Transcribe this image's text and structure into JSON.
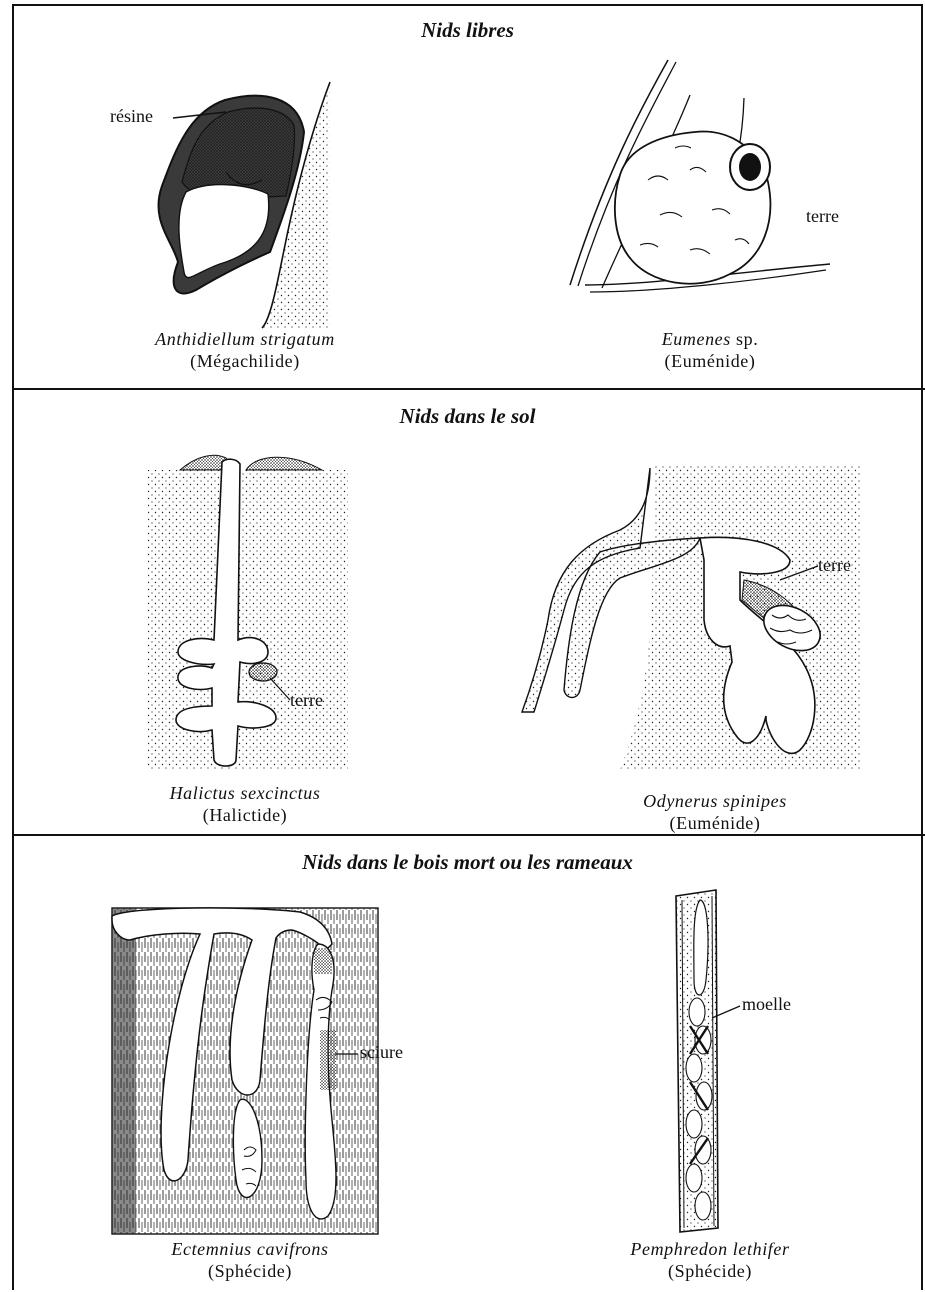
{
  "sections": [
    {
      "title": "Nids libres"
    },
    {
      "title": "Nids dans le sol"
    },
    {
      "title": "Nids dans le bois mort ou les rameaux"
    }
  ],
  "figures": {
    "anthidiellum": {
      "species": "Anthidiellum strigatum",
      "family": "(Mégachilide)",
      "label": "résine"
    },
    "eumenes": {
      "species": "Eumenes",
      "species_suffix": " sp.",
      "family": "(Euménide)",
      "label": "terre"
    },
    "halictus": {
      "species": "Halictus sexcinctus",
      "family": "(Halictide)",
      "label": "terre"
    },
    "odynerus": {
      "species": "Odynerus spinipes",
      "family": "(Euménide)",
      "label": "terre"
    },
    "ectemnius": {
      "species": "Ectemnius cavifrons",
      "family": "(Sphécide)",
      "label": "sciure"
    },
    "pemphredon": {
      "species": "Pemphredon lethifer",
      "family": "(Sphécide)",
      "label": "moelle"
    }
  }
}
